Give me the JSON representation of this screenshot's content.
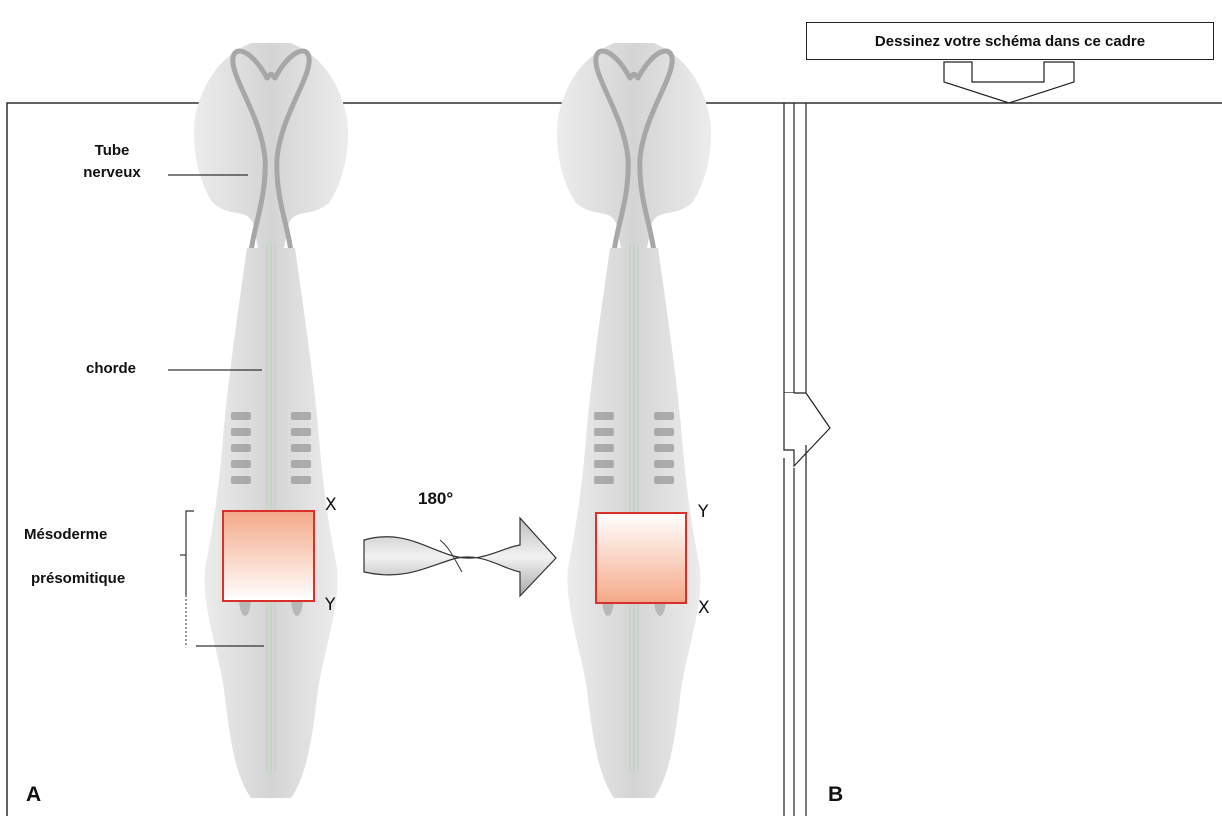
{
  "labels": {
    "neural_tube_line1": "Tube",
    "neural_tube_line2": "nerveux",
    "notochord": "chorde",
    "psm_line1": "Mésoderme",
    "psm_line2": "présomitique",
    "rotation": "180°",
    "panel_a": "A",
    "panel_b": "B",
    "marker_x": "X",
    "marker_y": "Y"
  },
  "instruction": "Dessinez votre schéma dans ce cadre",
  "colors": {
    "graft_border": "#d9302c",
    "graft_top": "#f4b18e",
    "embryo": "#d6d6d6"
  }
}
